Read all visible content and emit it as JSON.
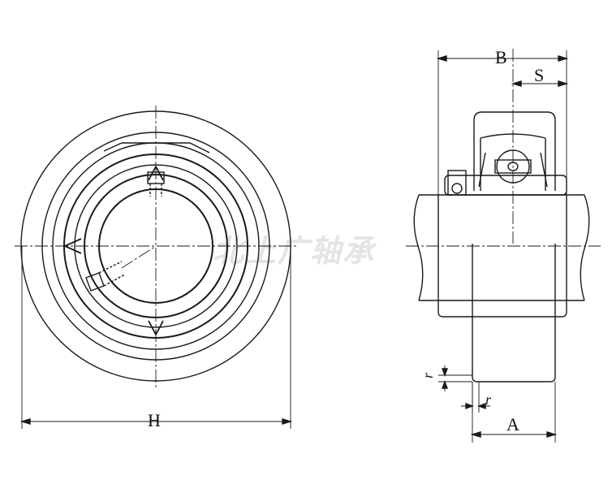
{
  "watermark": "北上广轴承",
  "labels": {
    "H": "H",
    "B": "B",
    "S": "S",
    "A": "A",
    "r_vertical": "r",
    "r_horizontal": "r"
  },
  "colors": {
    "line": "#1a1a1a",
    "watermark": "#e4e4e4"
  }
}
